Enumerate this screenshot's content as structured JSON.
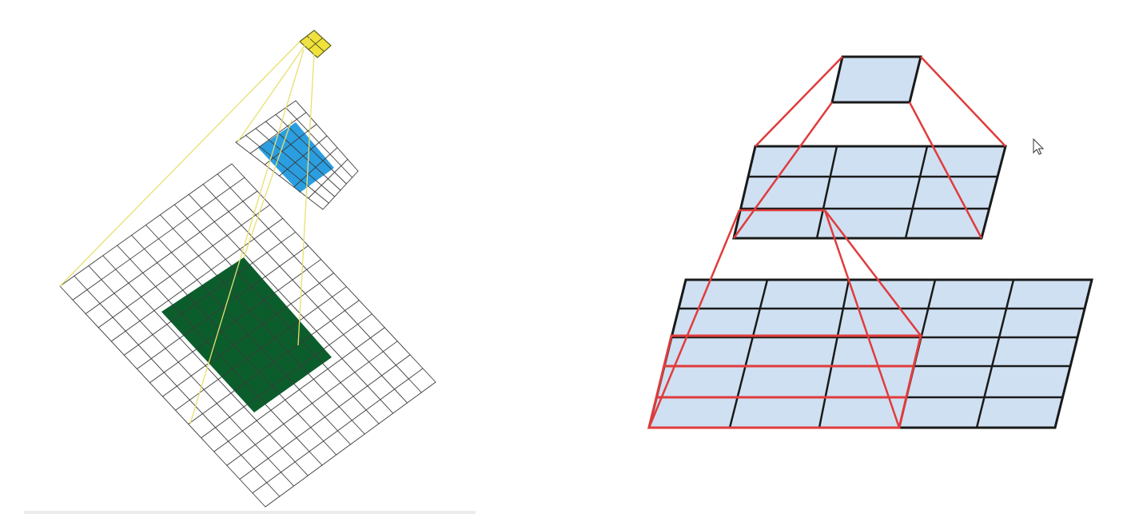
{
  "colors": {
    "background": "#ffffff",
    "input_grid_line": "#222222",
    "green_receptive_field": "#0b5e2c",
    "blue_feature_patch": "#2a9ee0",
    "yellow_output_cell": "#f0e23a",
    "yellow_projection_line": "#e8e070",
    "layer_fill": "#cfe0f2",
    "layer_grid_line": "#1a1a1a",
    "red_projection_line": "#e03c3c"
  },
  "left_diagram": {
    "description_name": "receptive-field-oblique-diagram",
    "layers": [
      {
        "name": "input-layer",
        "rows": 16,
        "cols": 12
      },
      {
        "name": "middle-layer",
        "rows": 8,
        "cols": 6,
        "highlight": {
          "rows": 3,
          "cols": 3
        }
      },
      {
        "name": "output-layer",
        "rows": 2,
        "cols": 2
      }
    ],
    "green_region": {
      "rows": 6,
      "cols": 7
    }
  },
  "right_diagram": {
    "description_name": "receptive-field-perspective-diagram",
    "layers": [
      {
        "name": "top-layer",
        "rows": 1,
        "cols": 1
      },
      {
        "name": "middle-layer",
        "rows": 3,
        "cols": 3
      },
      {
        "name": "bottom-layer",
        "rows": 5,
        "cols": 5
      }
    ]
  },
  "cursor_icon": "mouse-pointer-icon"
}
